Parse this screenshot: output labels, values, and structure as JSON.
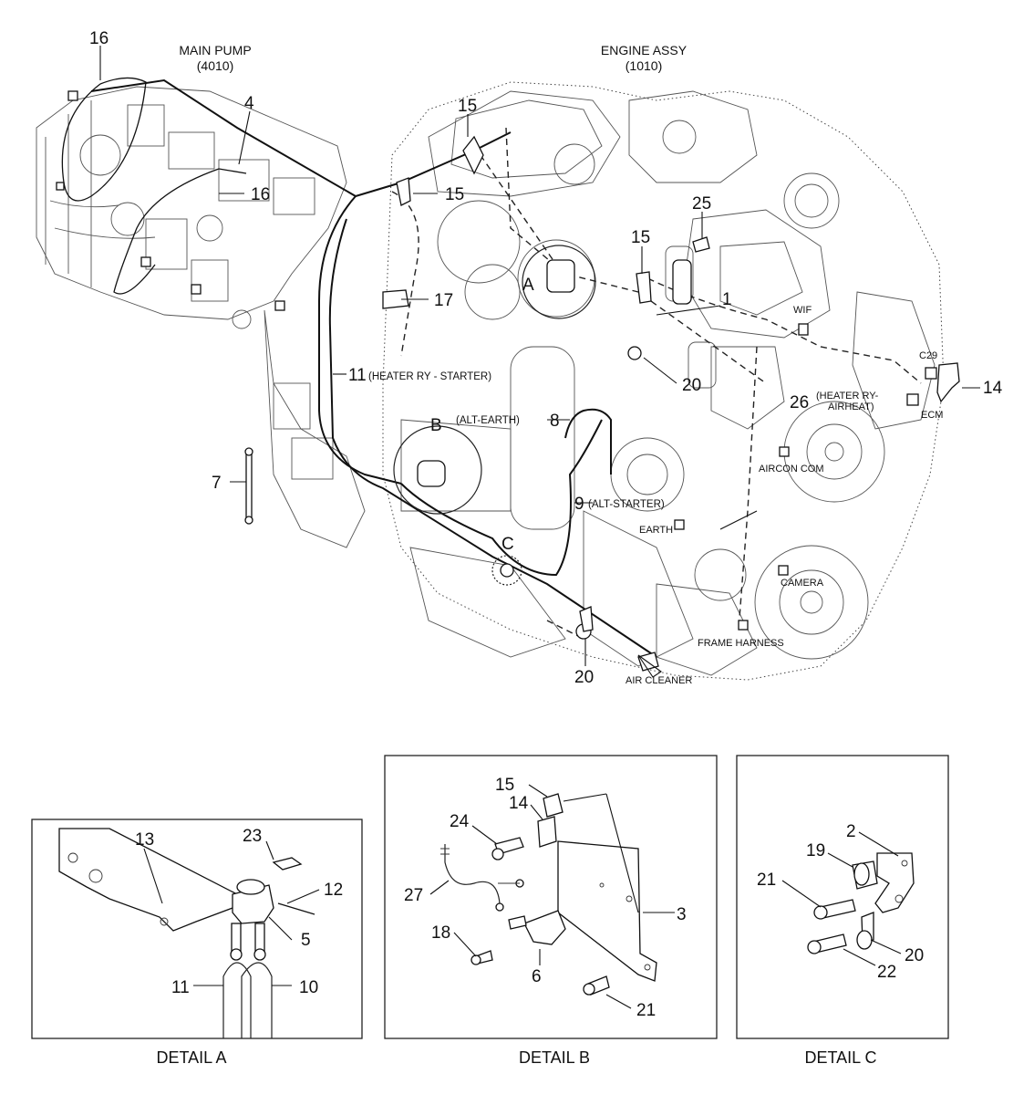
{
  "headers": {
    "main_pump": "MAIN PUMP",
    "main_pump_code": "(4010)",
    "engine_assy": "ENGINE ASSY",
    "engine_assy_code": "(1010)"
  },
  "callouts": {
    "n16a": "16",
    "n16b": "16",
    "n4": "4",
    "n15a": "15",
    "n15b": "15",
    "n15c": "15",
    "n25": "25",
    "n1": "1",
    "n17": "17",
    "n20a": "20",
    "n20b": "20",
    "n11": "11",
    "n26": "26",
    "n14": "14",
    "n8": "8",
    "n7": "7",
    "n9": "9",
    "letter_a": "A",
    "letter_b": "B",
    "letter_c": "C"
  },
  "labels": {
    "heater_ry_starter": "(HEATER RY - STARTER)",
    "alt_earth": "(ALT-EARTH)",
    "alt_starter": "(ALT-STARTER)",
    "wif": "WIF",
    "c29": "C29",
    "heater_ry_airheat_1": "(HEATER RY-",
    "heater_ry_airheat_2": "AIRHEAT)",
    "ecm": "ECM",
    "aircon_com": "AIRCON COM",
    "earth": "EARTH",
    "camera": "CAMERA",
    "frame_harness": "FRAME HARNESS",
    "air_cleaner": "AIR CLEANER"
  },
  "detail_a": {
    "title": "DETAIL A",
    "n13": "13",
    "n23": "23",
    "n12": "12",
    "n5": "5",
    "n11": "11",
    "n10": "10"
  },
  "detail_b": {
    "title": "DETAIL B",
    "n15": "15",
    "n14": "14",
    "n24": "24",
    "n27": "27",
    "n3": "3",
    "n18": "18",
    "n6": "6",
    "n21": "21"
  },
  "detail_c": {
    "title": "DETAIL C",
    "n2": "2",
    "n19": "19",
    "n21": "21",
    "n20": "20",
    "n22": "22"
  }
}
